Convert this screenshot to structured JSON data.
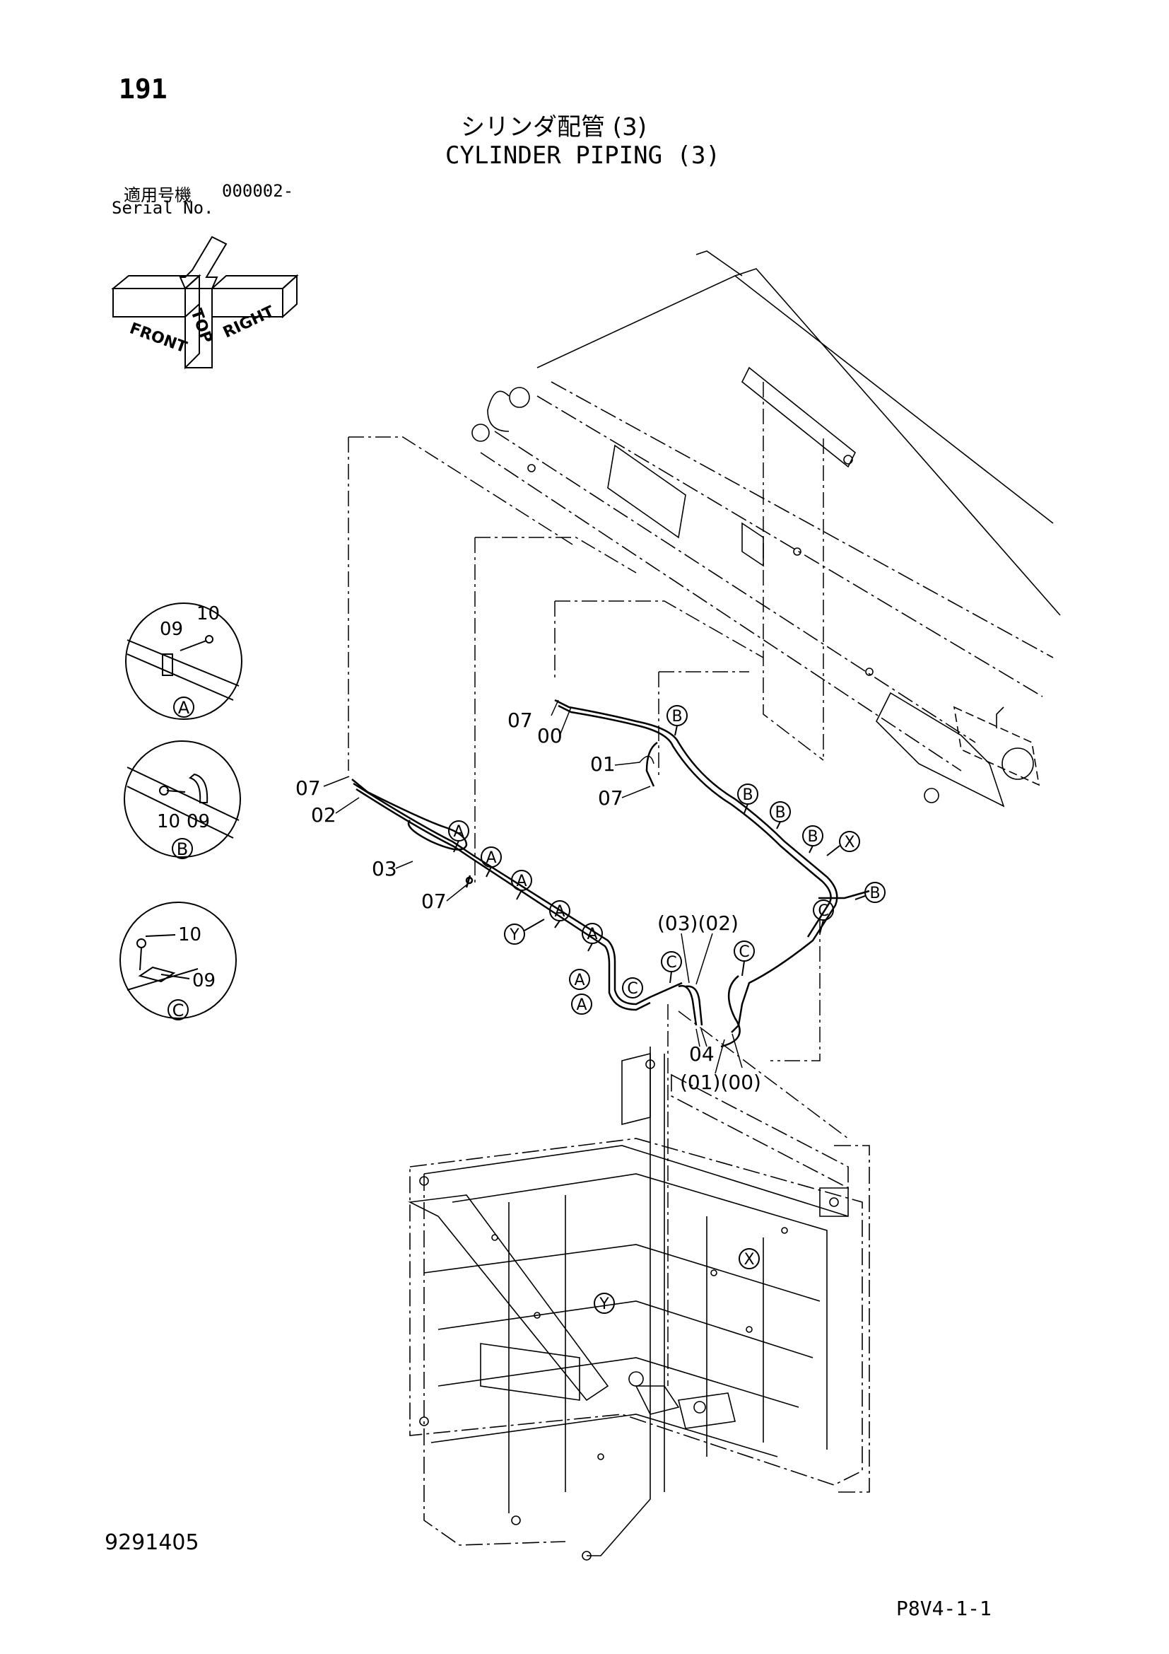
{
  "page_number": "191",
  "title_jp": "シリンダ配管 (3)",
  "title_en": "CYLINDER PIPING (3)",
  "serial": {
    "jp_label": "適用号機",
    "value": "000002-",
    "en_label": "Serial No."
  },
  "orientation": {
    "labels": [
      "FRONT",
      "TOP",
      "RIGHT"
    ]
  },
  "details": [
    {
      "letter": "A",
      "labels": [
        "09",
        "10"
      ]
    },
    {
      "letter": "B",
      "labels": [
        "10",
        "09"
      ]
    },
    {
      "letter": "C",
      "labels": [
        "10",
        "09"
      ]
    }
  ],
  "callouts": {
    "c07_upper": "07",
    "c00_upper": "00",
    "c01": "01",
    "c07_mid": "07",
    "c07_left": "07",
    "c02": "02",
    "c03": "03",
    "c07_lower": "07",
    "c0302": "(03)(02)",
    "c04": "04",
    "c0100": "(01)(00)"
  },
  "clamp_markers": [
    "A",
    "B",
    "C",
    "X",
    "Y"
  ],
  "doc_number": "9291405",
  "ref_code": "P8V4-1-1"
}
